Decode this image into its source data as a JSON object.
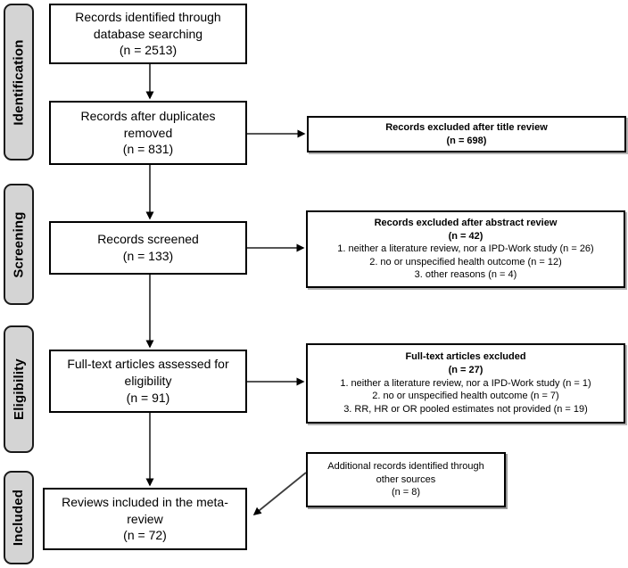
{
  "colors": {
    "box_border": "#000000",
    "arrow": "#3d3d3d",
    "stage_fill": "#d4d4d4",
    "shadow": "#b3b3b3"
  },
  "sidebar": {
    "stages": [
      {
        "label": "Identification"
      },
      {
        "label": "Screening"
      },
      {
        "label": "Eligibility"
      },
      {
        "label": "Included"
      }
    ]
  },
  "flow": {
    "identified": {
      "text": "Records identified through\ndatabase searching\n(n = 2513)"
    },
    "after_duplicates": {
      "text": "Records after duplicates\nremoved\n(n = 831)"
    },
    "screened": {
      "text": "Records screened\n(n = 133)"
    },
    "fulltext_assessed": {
      "text": "Full-text articles assessed for\neligibility\n(n = 91)"
    },
    "included_reviews": {
      "text": "Reviews included in the meta-\nreview\n(n = 72)"
    }
  },
  "exclusions": {
    "title_review": {
      "header": "Records excluded after title review\n(n = 698)"
    },
    "abstract_review": {
      "header": "Records excluded after abstract review\n(n = 42)",
      "reasons": "1. neither a literature review, nor a IPD-Work study (n = 26)\n2. no or unspecified health outcome (n = 12)\n3. other reasons (n = 4)"
    },
    "fulltext_excluded": {
      "header": "Full-text articles excluded\n(n = 27)",
      "reasons": "1. neither a literature review, nor a IPD-Work study (n = 1)\n2. no or unspecified health outcome (n = 7)\n3. RR, HR or OR pooled estimates not provided (n = 19)"
    }
  },
  "additional": {
    "text": "Additional records identified through\nother sources\n(n = 8)"
  }
}
